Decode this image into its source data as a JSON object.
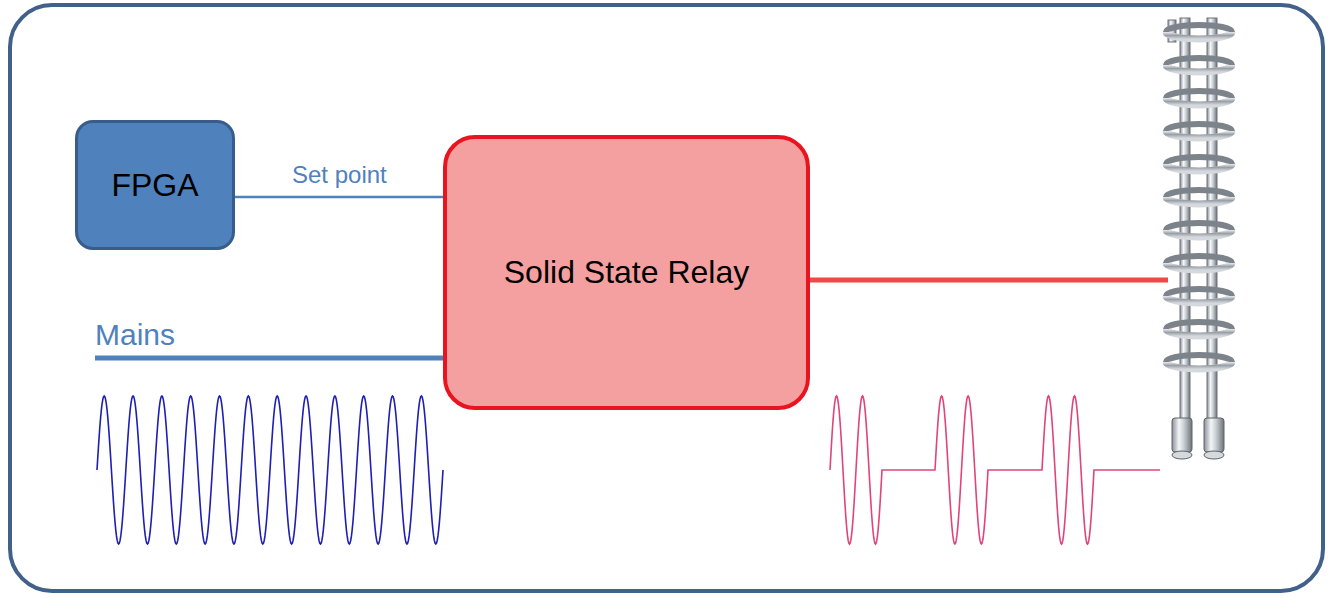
{
  "diagram": {
    "nodes": [
      {
        "text": [
          "FPGA"
        ]
      },
      {
        "text": [
          "Solid State Relay"
        ]
      }
    ],
    "edges": [
      {
        "from": 0,
        "to": 1,
        "label": "Set point",
        "arrow": "none"
      }
    ],
    "labels": [
      "Mains"
    ]
  }
}
